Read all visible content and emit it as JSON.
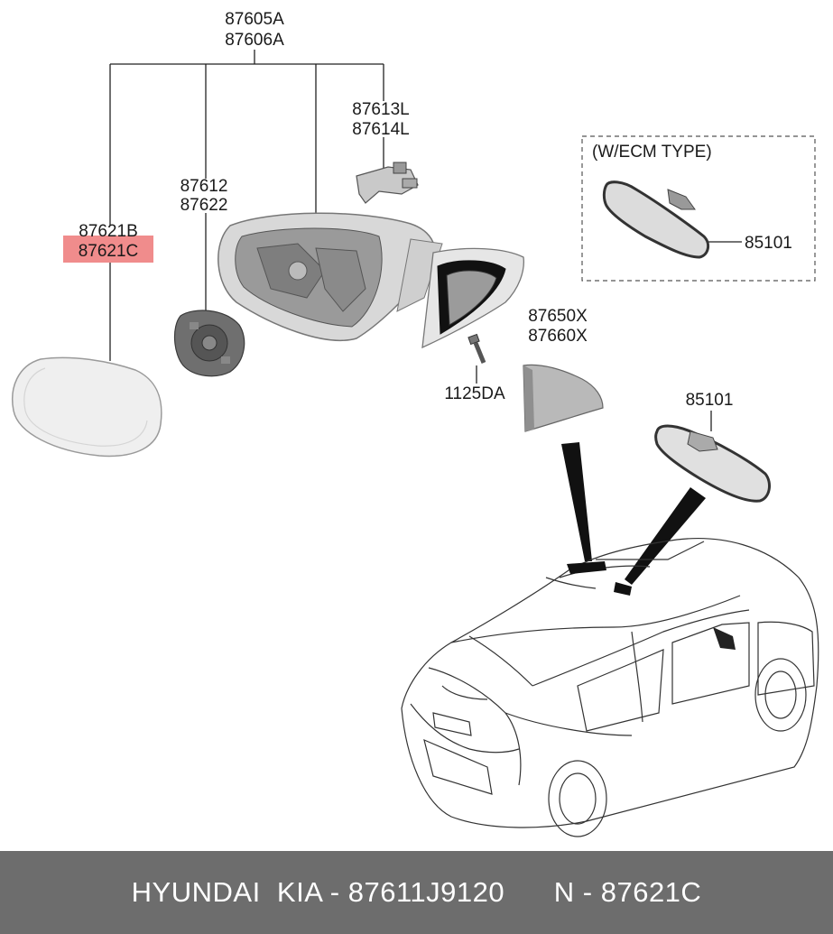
{
  "labels": {
    "mirror_assembly_a": "87605A",
    "mirror_assembly_b": "87606A",
    "scalp_cover_l": "87613L",
    "scalp_cover_r": "87614L",
    "actuator_a": "87612",
    "actuator_b": "87622",
    "glass_b": "87621B",
    "glass_c": "87621C",
    "ecm_type": "(W/ECM TYPE)",
    "inside_mirror_ecm": "85101",
    "inside_mirror": "85101",
    "cover_a": "87650X",
    "cover_b": "87660X",
    "bolt": "1125DA"
  },
  "highlight_color": "#f08c8c",
  "footer": {
    "brand": "HYUNDAI  KIA - 87611J9120",
    "part": "N - 87621C"
  }
}
